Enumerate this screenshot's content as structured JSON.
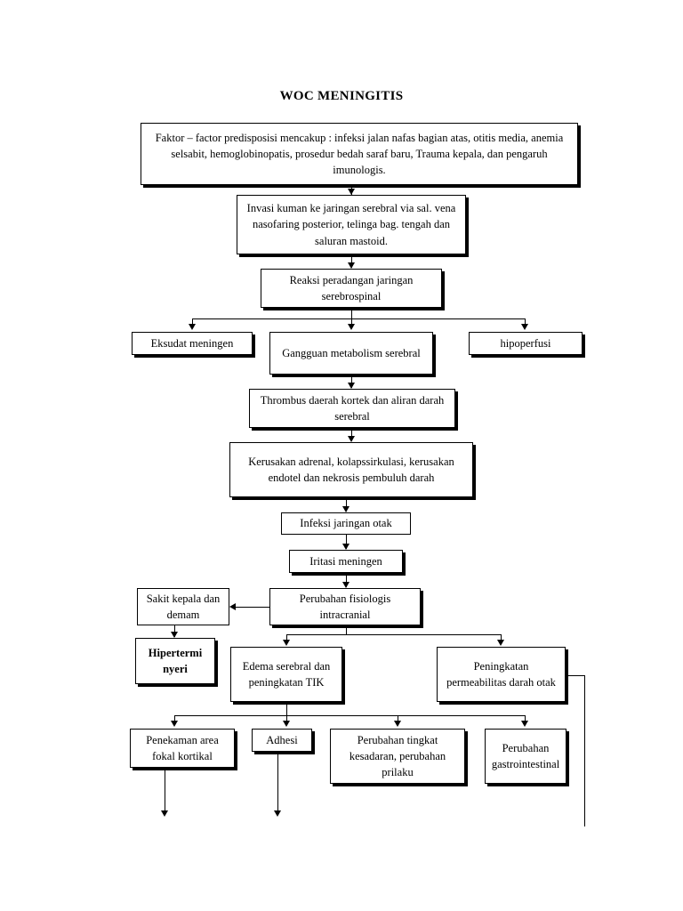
{
  "title": "WOC MENINGITIS",
  "diagram": {
    "type": "flowchart",
    "nodes": [
      {
        "id": "faktor",
        "text": "Faktor – factor predisposisi mencakup : infeksi jalan nafas bagian atas, otitis media, anemia selsabit, hemoglobinopatis, prosedur bedah saraf baru, Trauma kepala, dan pengaruh imunologis.",
        "style": "shadow"
      },
      {
        "id": "invasi",
        "text": "Invasi kuman ke jaringan serebral via sal. vena nasofaring posterior, telinga bag. tengah dan saluran mastoid.",
        "style": "shadow"
      },
      {
        "id": "reaksi",
        "text": "Reaksi peradangan jaringan serebrospinal",
        "style": "shadow"
      },
      {
        "id": "eksudat",
        "text": "Eksudat meningen",
        "style": "shadow"
      },
      {
        "id": "gangguan",
        "text": "Gangguan metabolism serebral",
        "style": "shadow"
      },
      {
        "id": "hipoperfusi",
        "text": "hipoperfusi",
        "style": "shadow"
      },
      {
        "id": "thrombus",
        "text": "Thrombus daerah kortek dan aliran darah serebral",
        "style": "shadow"
      },
      {
        "id": "kerusakan",
        "text": "Kerusakan adrenal, kolapssirkulasi, kerusakan endotel dan nekrosis pembuluh darah",
        "style": "shadow"
      },
      {
        "id": "infeksi",
        "text": "Infeksi jaringan otak",
        "style": "thin"
      },
      {
        "id": "iritasi",
        "text": "Iritasi meningen",
        "style": "shadow"
      },
      {
        "id": "sakit",
        "text": "Sakit kepala dan demam",
        "style": "thin"
      },
      {
        "id": "hipertermi",
        "text": "Hipertermi nyeri",
        "style": "shadow-bold"
      },
      {
        "id": "perubahan-fisiologis",
        "text": "Perubahan fisiologis intracranial",
        "style": "shadow"
      },
      {
        "id": "edema",
        "text": "Edema serebral dan peningkatan TIK",
        "style": "shadow"
      },
      {
        "id": "peningkatan",
        "text": "Peningkatan permeabilitas darah otak",
        "style": "shadow"
      },
      {
        "id": "penekaman",
        "text": "Penekaman area fokal kortikal",
        "style": "shadow"
      },
      {
        "id": "adhesi",
        "text": "Adhesi",
        "style": "shadow"
      },
      {
        "id": "kesadaran",
        "text": "Perubahan tingkat kesadaran, perubahan prilaku",
        "style": "shadow"
      },
      {
        "id": "gastro",
        "text": "Perubahan gastrointestinal",
        "style": "shadow"
      }
    ]
  },
  "colors": {
    "ink": "#000000",
    "paper": "#ffffff"
  }
}
